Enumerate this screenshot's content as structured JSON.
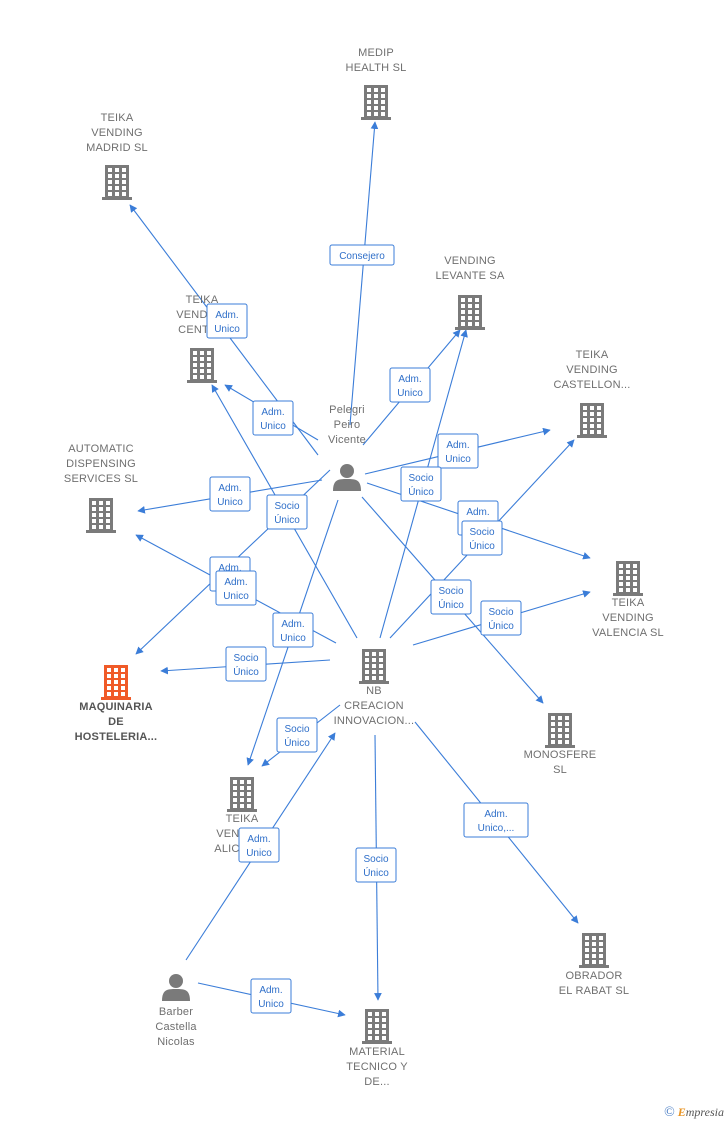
{
  "colors": {
    "edge": "#3b7dd8",
    "company": "#7a7a7a",
    "person": "#7a7a7a",
    "highlight": "#f05a28"
  },
  "nodes": [
    {
      "id": "medip",
      "type": "company",
      "lines": [
        "MEDIP",
        "HEALTH  SL"
      ]
    },
    {
      "id": "teika_madrid",
      "type": "company",
      "lines": [
        "TEIKA",
        "VENDING",
        "MADRID  SL"
      ]
    },
    {
      "id": "vending_levante",
      "type": "company",
      "lines": [
        "VENDING",
        "LEVANTE SA"
      ]
    },
    {
      "id": "teika_centro",
      "type": "company",
      "lines": [
        "TEIKA",
        "VENDING",
        "CENTRO"
      ]
    },
    {
      "id": "teika_castellon",
      "type": "company",
      "lines": [
        "TEIKA",
        "VENDING",
        "CASTELLON..."
      ]
    },
    {
      "id": "pelegri",
      "type": "person",
      "lines": [
        "Pelegri",
        "Peiro",
        "Vicente"
      ]
    },
    {
      "id": "automatic",
      "type": "company",
      "lines": [
        "AUTOMATIC",
        "DISPENSING",
        "SERVICES SL"
      ]
    },
    {
      "id": "teika_valencia",
      "type": "company",
      "lines": [
        "TEIKA",
        "VENDING",
        "VALENCIA  SL"
      ]
    },
    {
      "id": "maquinaria",
      "type": "company",
      "highlight": true,
      "lines": [
        "MAQUINARIA",
        "DE",
        "HOSTELERIA..."
      ]
    },
    {
      "id": "nb",
      "type": "company",
      "lines": [
        "NB",
        "CREACION",
        "INNOVACION..."
      ]
    },
    {
      "id": "monosfere",
      "type": "company",
      "lines": [
        "MONOSFERE",
        "SL"
      ]
    },
    {
      "id": "teika_alicante",
      "type": "company",
      "lines": [
        "TEIKA",
        "VENDING",
        "ALICANTE"
      ]
    },
    {
      "id": "obrador",
      "type": "company",
      "lines": [
        "OBRADOR",
        "EL RABAT  SL"
      ]
    },
    {
      "id": "barber",
      "type": "person",
      "lines": [
        "Barber",
        "Castella",
        "Nicolas"
      ]
    },
    {
      "id": "material",
      "type": "company",
      "lines": [
        "MATERIAL",
        "TECNICO Y",
        "DE..."
      ]
    }
  ],
  "edges": [
    {
      "from": "pelegri",
      "to": "medip",
      "label": [
        "Consejero"
      ]
    },
    {
      "from": "pelegri",
      "to": "teika_madrid",
      "label": [
        "Adm.",
        "Unico"
      ]
    },
    {
      "from": "pelegri",
      "to": "teika_centro",
      "label": [
        "Adm.",
        "Unico"
      ]
    },
    {
      "from": "pelegri",
      "to": "vending_levante",
      "label": [
        "Adm.",
        "Unico"
      ]
    },
    {
      "from": "pelegri",
      "to": "teika_castellon",
      "label": [
        "Adm.",
        "Unico"
      ]
    },
    {
      "from": "pelegri",
      "to": "automatic",
      "label": [
        "Adm.",
        "Unico"
      ]
    },
    {
      "from": "pelegri",
      "to": "teika_valencia",
      "label": [
        "Adm.",
        "Unico"
      ]
    },
    {
      "from": "pelegri",
      "to": "maquinaria",
      "label": [
        "Adm.",
        "Unico"
      ]
    },
    {
      "from": "pelegri",
      "to": "teika_alicante",
      "label": [
        "Adm.",
        "Unico"
      ]
    },
    {
      "from": "pelegri",
      "to": "monosfere",
      "label": [
        "Socio",
        "Único"
      ]
    },
    {
      "from": "nb",
      "to": "teika_centro",
      "label": [
        "Socio",
        "Único"
      ]
    },
    {
      "from": "nb",
      "to": "vending_levante",
      "label": [
        "Socio",
        "Único"
      ]
    },
    {
      "from": "nb",
      "to": "teika_castellon",
      "label": [
        "Socio",
        "Único"
      ]
    },
    {
      "from": "nb",
      "to": "teika_valencia",
      "label": [
        "Socio",
        "Único"
      ]
    },
    {
      "from": "nb",
      "to": "automatic",
      "label": [
        "Adm.",
        "Unico"
      ]
    },
    {
      "from": "nb",
      "to": "maquinaria",
      "label": [
        "Socio",
        "Único"
      ]
    },
    {
      "from": "nb",
      "to": "teika_alicante",
      "label": [
        "Socio",
        "Único"
      ]
    },
    {
      "from": "nb",
      "to": "material",
      "label": [
        "Socio",
        "Único"
      ]
    },
    {
      "from": "nb",
      "to": "obrador",
      "label": [
        "Adm.",
        "Unico,..."
      ]
    },
    {
      "from": "barber",
      "to": "nb",
      "label": [
        "Adm.",
        "Unico"
      ]
    },
    {
      "from": "barber",
      "to": "material",
      "label": [
        "Adm.",
        "Unico"
      ]
    }
  ],
  "watermark": {
    "symbol": "©",
    "brand_initial": "E",
    "brand_rest": "mpresia"
  }
}
